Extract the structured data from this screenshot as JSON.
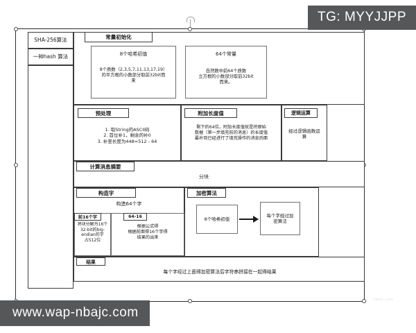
{
  "watermarks": {
    "telegram": "TG: MYYJJPP",
    "site": "www.wap-nbajc.com",
    "corner_faint": "nbajc.com"
  },
  "diagram": {
    "title_cell": "SHA-256算法",
    "subtitle_cell": "一种hash 算法",
    "sections": {
      "const_init": {
        "header": "常量初始化",
        "boxes": [
          {
            "title": "8个哈希初值",
            "body": "8个质数（2,3,5,7,11,13,17,19）\n的平方根的小数部分取前32bit而\n来"
          },
          {
            "title": "64个常量",
            "body": "自然数中前64个质数\n立方根的小数部分取前32bit\n而来。"
          }
        ]
      },
      "preprocess": {
        "header": "预处理",
        "body": "1. 取String的ASCII码\n2. 首位补1，剩余的补0\n3. 补至长度为448=512 - 64"
      },
      "append_len": {
        "header": "附加长度值",
        "body": "剩下的64位，附加长度值就是将原始\n数据（第一步填充前的消息）的长度值\n最补到已经进行了填充操作的消息后面"
      },
      "logic_op": {
        "header": "逻辑运算",
        "body": "经过逻辑函数运\n算"
      },
      "digest": {
        "header": "计算消息摘要",
        "body": "分块"
      },
      "build_words": {
        "header": "构造字",
        "body": "构造64个字",
        "sub_left": {
          "header": "前16个字",
          "body": "将块分解为16个\n32-bit的big-\nendian的字\n占512位"
        },
        "sub_right": {
          "header": "64-16",
          "body": "根据公式得\n根据前面得16个字得\n结果的出来"
        }
      },
      "encrypt": {
        "header": "加密算法",
        "from_box": "8个哈希初值",
        "to_box": "每个字经过加\n密算法"
      },
      "result": {
        "header": "结果",
        "body": "每个字经过上面得加密算法后字符串拼接在一起得结果"
      }
    }
  }
}
